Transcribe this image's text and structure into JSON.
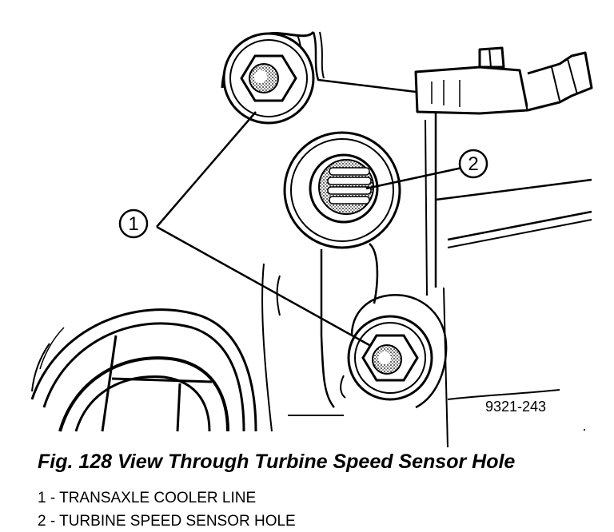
{
  "figure": {
    "caption": "Fig. 128 View Through Turbine Speed Sensor Hole",
    "code": "9321-243"
  },
  "callouts": [
    {
      "number": "1"
    },
    {
      "number": "2"
    }
  ],
  "legend": [
    {
      "number": "1",
      "text": "1 - TRANSAXLE COOLER LINE"
    },
    {
      "number": "2",
      "text": "2 - TURBINE SPEED SENSOR HOLE"
    }
  ],
  "colors": {
    "ink": "#000000",
    "background": "#ffffff"
  }
}
